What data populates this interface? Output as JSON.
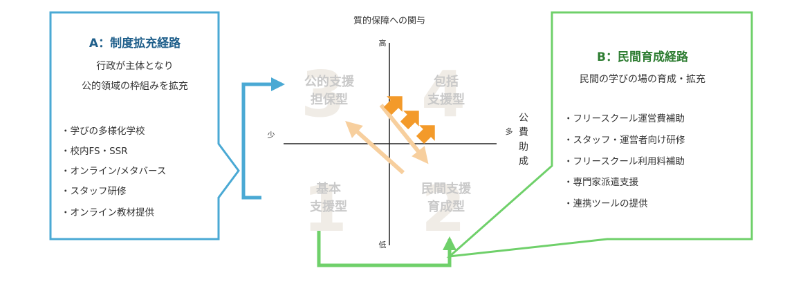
{
  "colors": {
    "blue": "#4aa9d4",
    "blue_text": "#1f5f8b",
    "green": "#6fd06a",
    "green_text": "#2e7d32",
    "axis": "#222222",
    "quadrant_text": "#c9c9c9",
    "quadrant_number": "#f0ece6",
    "arrow_dark": "#f39a2a",
    "arrow_light": "#f7cf9e"
  },
  "center": {
    "title": "質的保障への関与",
    "y_high": "高",
    "y_low": "低",
    "x_low": "少",
    "x_high": "多",
    "x_axis_label": [
      "公",
      "費",
      "助",
      "成"
    ]
  },
  "quadrants": [
    {
      "number": "3",
      "lines": [
        "公的支援",
        "担保型"
      ]
    },
    {
      "number": "4",
      "lines": [
        "包括",
        "支援型"
      ]
    },
    {
      "number": "1",
      "lines": [
        "基本",
        "支援型"
      ]
    },
    {
      "number": "2",
      "lines": [
        "民間支援",
        "育成型"
      ]
    }
  ],
  "box_a": {
    "title": "A：制度拡充経路",
    "desc": [
      "行政が主体となり",
      "公的領域の枠組みを拡充"
    ],
    "items": [
      "・学びの多様化学校",
      "・校内FS・SSR",
      "・オンライン/メタバース",
      "・スタッフ研修",
      "・オンライン教材提供"
    ]
  },
  "box_b": {
    "title": "B：民間育成経路",
    "desc": "民間の学びの場の育成・拡充",
    "items": [
      "・フリースクール運営費補助",
      "・スタッフ・運営者向け研修",
      "・フリースクール利用料補助",
      "・専門家派遣支援",
      "・連携ツールの提供"
    ]
  }
}
